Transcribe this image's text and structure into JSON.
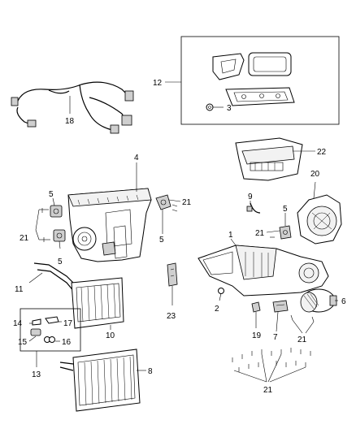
{
  "callouts": {
    "c1": "1",
    "c2": "2",
    "c3": "3",
    "c4": "4",
    "c5a": "5",
    "c5b": "5",
    "c5c": "5",
    "c5d": "5",
    "c6": "6",
    "c7": "7",
    "c8": "8",
    "c9": "9",
    "c10": "10",
    "c11": "11",
    "c12": "12",
    "c13": "13",
    "c14": "14",
    "c15": "15",
    "c16": "16",
    "c17": "17",
    "c18": "18",
    "c19": "19",
    "c20": "20",
    "c21a": "21",
    "c21b": "21",
    "c21c": "21",
    "c21d": "21",
    "c21e": "21",
    "c22": "22",
    "c23": "23"
  }
}
